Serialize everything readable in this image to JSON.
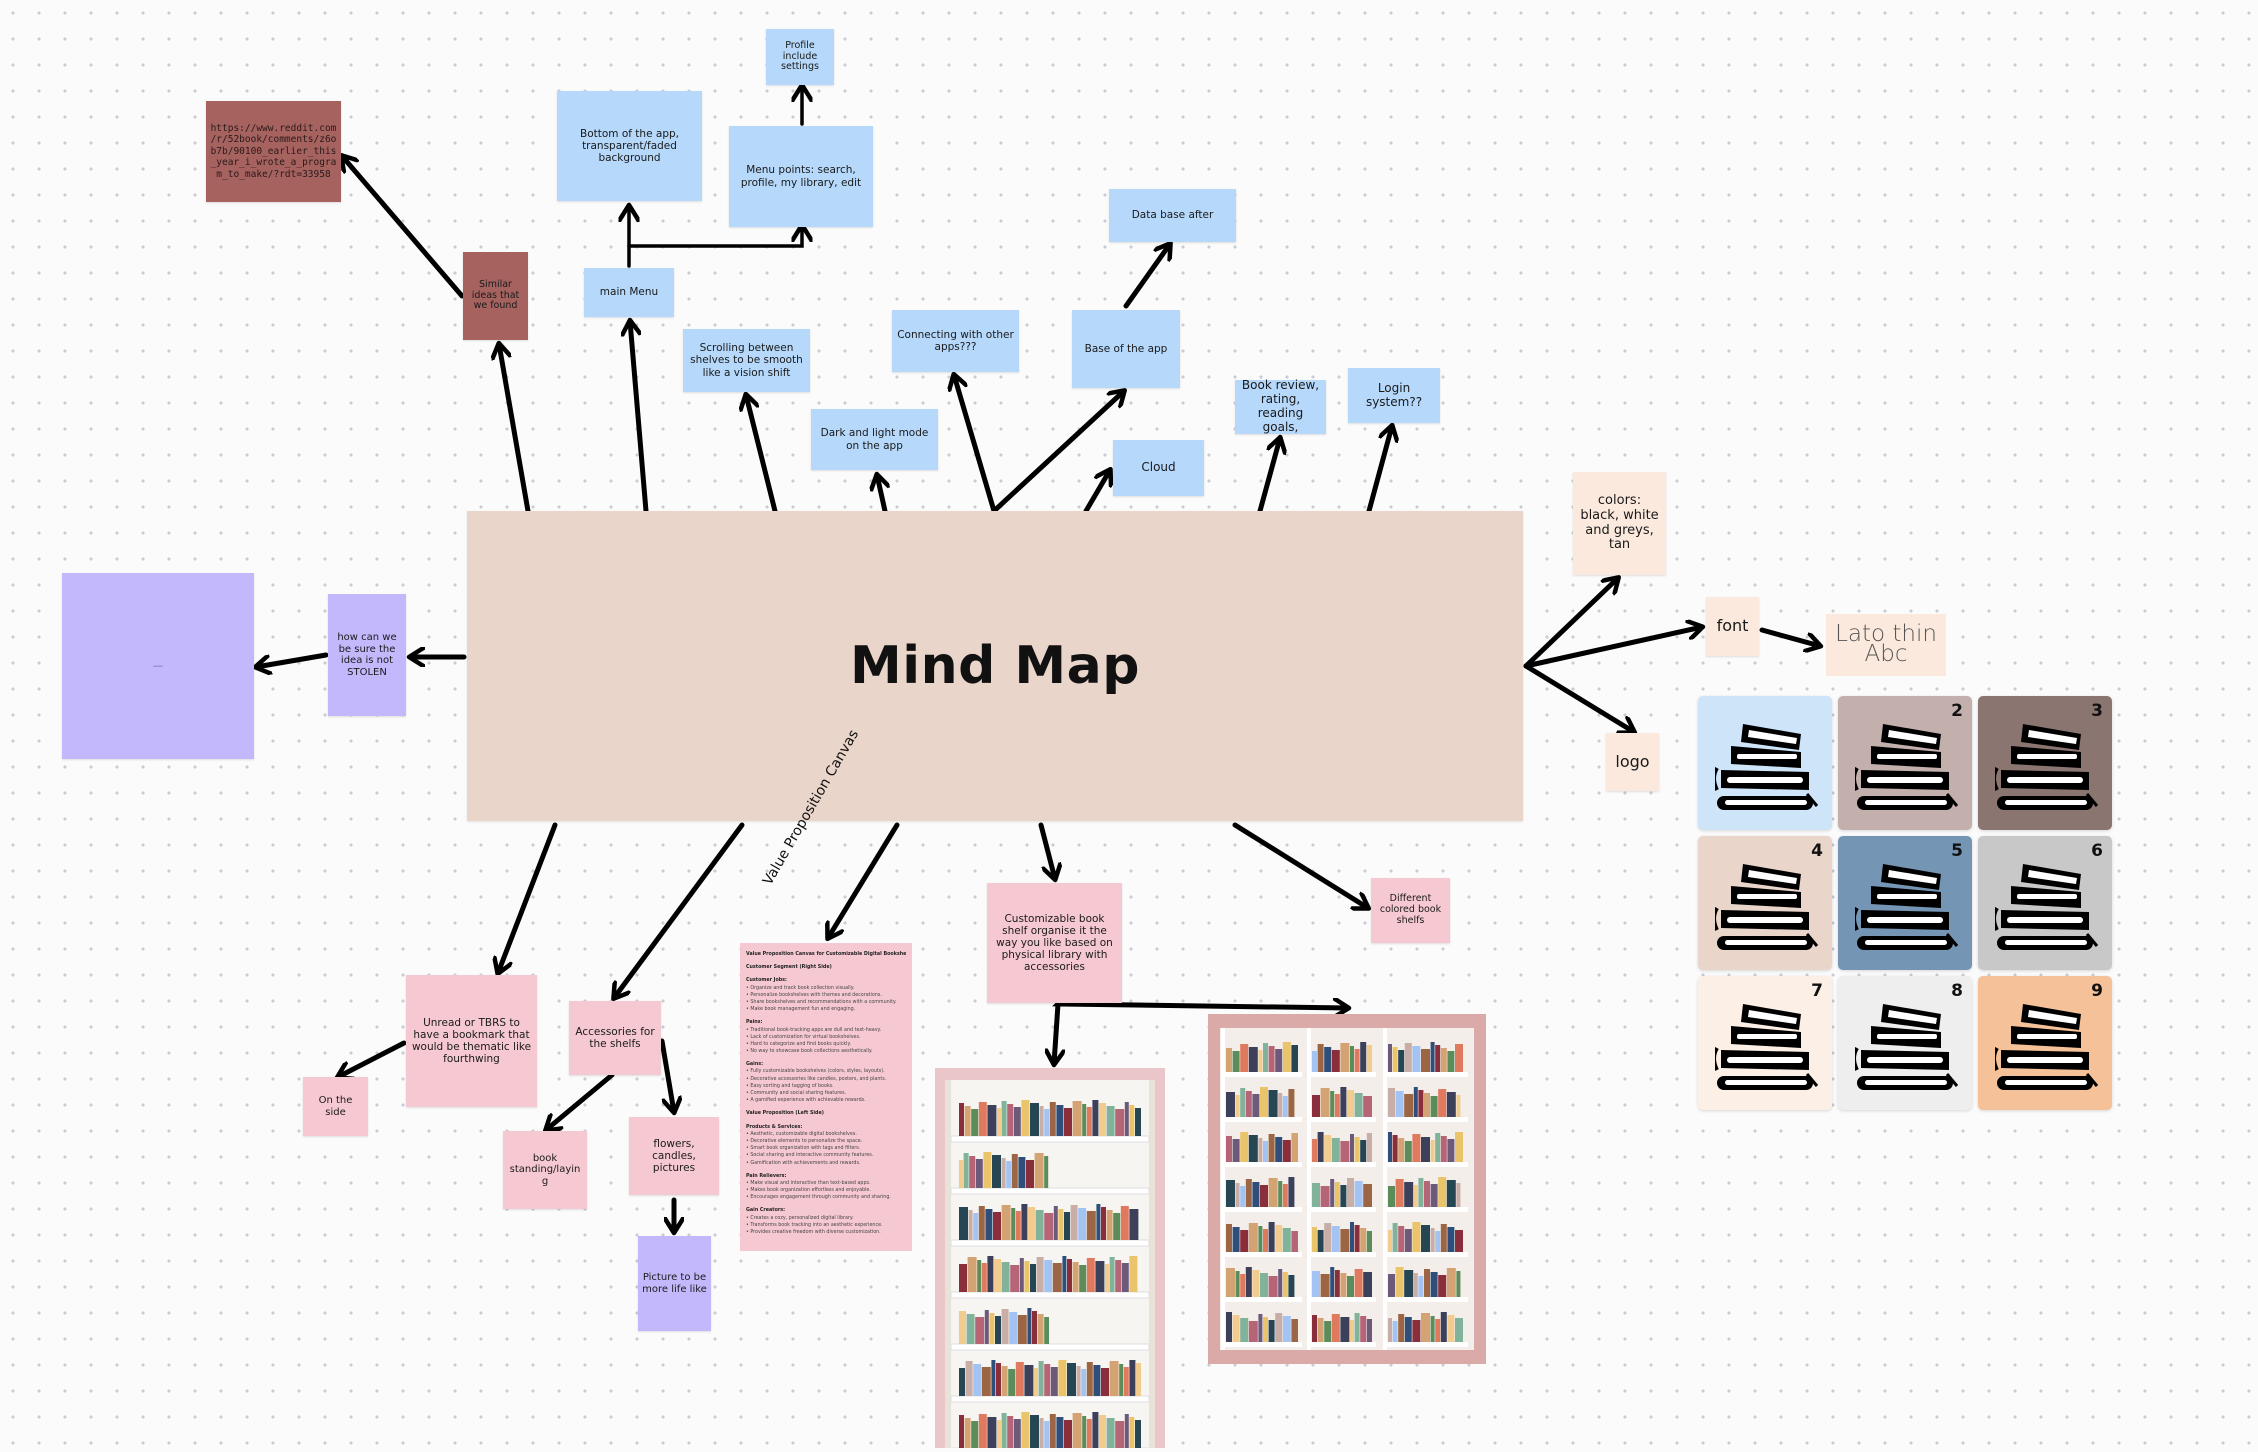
{
  "title": "Mind Map",
  "colors": {
    "background": "#fbfbfc",
    "center": "#ead5ca",
    "blue_note": "#b5d8fb",
    "pink_note": "#f6c9d2",
    "maroon_note": "#a5625f",
    "purple_note": "#c3b8fb",
    "cream_note": "#fbe9dd"
  },
  "notes": {
    "profile_settings": "Profile include settings",
    "bottom_app": "Bottom of the app, transparent/faded background",
    "menu_points": "Menu points: search, profile, my library, edit",
    "main_menu": "main Menu",
    "reddit_url": "https://www.reddit.com/r/52book/comments/z6ob7b/90100_earlier_this_year_i_wrote_a_program_to_make/?rdt=33958",
    "similar_ideas": "Similar ideas that we found",
    "scrolling": "Scrolling between shelves to be smooth like a vision shift",
    "connecting": "Connecting with other apps???",
    "database": "Data base after",
    "base_app": "Base of the app",
    "dark_light": "Dark and light mode on the app",
    "cloud": "Cloud",
    "book_review": "Book review, rating, reading goals,",
    "login": "Login system??",
    "stolen": "how can we be sure the idea is not STOLEN",
    "purple_block": "—",
    "colors": "colors: black, white and greys, tan",
    "font": "font",
    "lato_line1": "Lato thin",
    "lato_line2": "Abc",
    "logo": "logo",
    "unread": "Unread or TBRS to have a bookmark that would be thematic like fourthwing",
    "on_side": "On the side",
    "accessories": "Accessories for the shelfs",
    "book_standing": "book standing/laying",
    "flowers": "flowers, candles, pictures",
    "picture_life": "Picture to be more life like",
    "customizable": "Customizable book shelf organise it the way you like based on physical library with accessories",
    "different_colored": "Different colored book shelfs"
  },
  "value_prop": {
    "label": "Value Proposition Canvas",
    "doc_title": "Value Proposition Canvas for Customizable Digital Bookshelf App",
    "sections": [
      {
        "heading": "Customer Segment (Right Side)",
        "lines": []
      },
      {
        "heading": "Customer Jobs:",
        "lines": [
          "Organize and track book collection visually.",
          "Personalize bookshelves with themes and decorations.",
          "Share bookshelves and recommendations with a community.",
          "Make book management fun and engaging."
        ]
      },
      {
        "heading": "Pains:",
        "lines": [
          "Traditional book-tracking apps are dull and text-heavy.",
          "Lack of customization for virtual bookshelves.",
          "Hard to categorize and find books quickly.",
          "No way to showcase book collections aesthetically."
        ]
      },
      {
        "heading": "Gains:",
        "lines": [
          "Fully customizable bookshelves (colors, styles, layouts).",
          "Decorative accessories like candles, posters, and plants.",
          "Easy sorting and tagging of books.",
          "Community and social sharing features.",
          "A gamified experience with achievable rewards."
        ]
      },
      {
        "heading": "Value Proposition (Left Side)",
        "lines": []
      },
      {
        "heading": "Products & Services:",
        "lines": [
          "Aesthetic, customizable digital bookshelves.",
          "Decorative elements to personalize the space.",
          "Smart book organization with tags and filters.",
          "Social sharing and interactive community features.",
          "Gamification with achievements and rewards."
        ]
      },
      {
        "heading": "Pain Relievers:",
        "lines": [
          "Make visual and interactive than text-based apps.",
          "Makes book organization effortless and enjoyable.",
          "Encourages engagement through community and sharing."
        ]
      },
      {
        "heading": "Gain Creators:",
        "lines": [
          "Creates a cozy, personalized digital library.",
          "Transforms book tracking into an aesthetic experience.",
          "Provides creative freedom with diverse customization."
        ]
      }
    ]
  },
  "icon_grid": {
    "icon": "book-stack-icon",
    "tiles": [
      {
        "label": "",
        "color": "#cde4f9"
      },
      {
        "label": "2",
        "color": "#c3b0ad"
      },
      {
        "label": "3",
        "color": "#8a7571"
      },
      {
        "label": "4",
        "color": "#ead5ca"
      },
      {
        "label": "5",
        "color": "#7595b4"
      },
      {
        "label": "6",
        "color": "#c8c8c8"
      },
      {
        "label": "7",
        "color": "#fcf0e6"
      },
      {
        "label": "8",
        "color": "#eeeeee"
      },
      {
        "label": "9",
        "color": "#f5c199"
      }
    ]
  }
}
